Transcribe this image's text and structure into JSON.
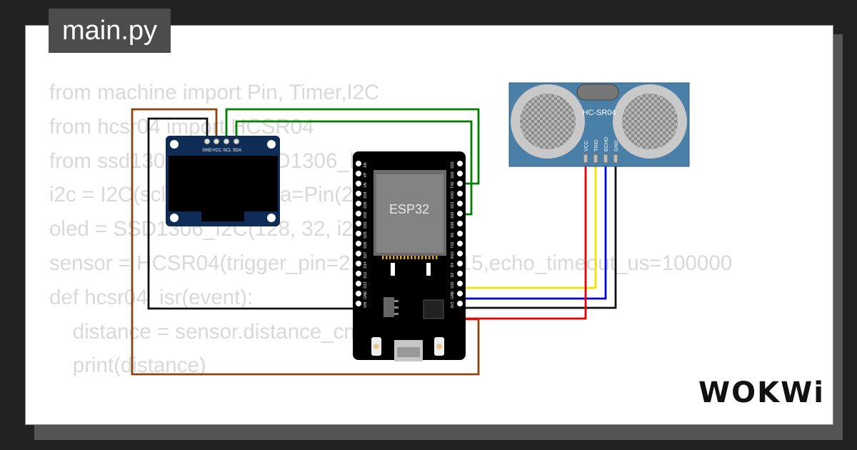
{
  "title": "main.py",
  "code_lines": [
    "from machine import Pin, Timer,I2C",
    "from hcsr04 import HCSR04",
    "from ssd1306 import SSD1306_I2C",
    "i2c = I2C(scl=Pin(22), sda=Pin(21), scl=Pin",
    "oled = SSD1306_I2C(128, 32, i2c)",
    "",
    "sensor = HCSR04(trigger_pin=2, echo_pin=15,echo_timeout_us=100000",
    "",
    "def hcsr04_isr(event):",
    "    distance = sensor.distance_cm()",
    "    print(distance)"
  ],
  "oled": {
    "pins": [
      "GND",
      "VCC",
      "SCL",
      "SDA"
    ]
  },
  "esp32": {
    "label": "ESP32",
    "left_pins": [
      "EN",
      "VP",
      "VN",
      "D34",
      "D35",
      "D32",
      "D33",
      "D25",
      "D26",
      "D27",
      "D14",
      "D12",
      "D13",
      "GND",
      "VIN"
    ],
    "right_pins": [
      "D23",
      "D22",
      "TX0",
      "RX0",
      "D21",
      "D19",
      "D18",
      "D5",
      "TX2",
      "RX2",
      "D4",
      "D2",
      "D15",
      "GND",
      "3V3"
    ]
  },
  "sensor": {
    "label": "HC-SR04",
    "pins": [
      "VCC",
      "TRIG",
      "ECHO",
      "GND"
    ]
  },
  "wire_colors": {
    "brown": "#8b4513",
    "black": "#111111",
    "green": "#008000",
    "red": "#ee0000",
    "yellow": "#f2e200",
    "blue": "#0000dd"
  },
  "logo": "WOKWi"
}
